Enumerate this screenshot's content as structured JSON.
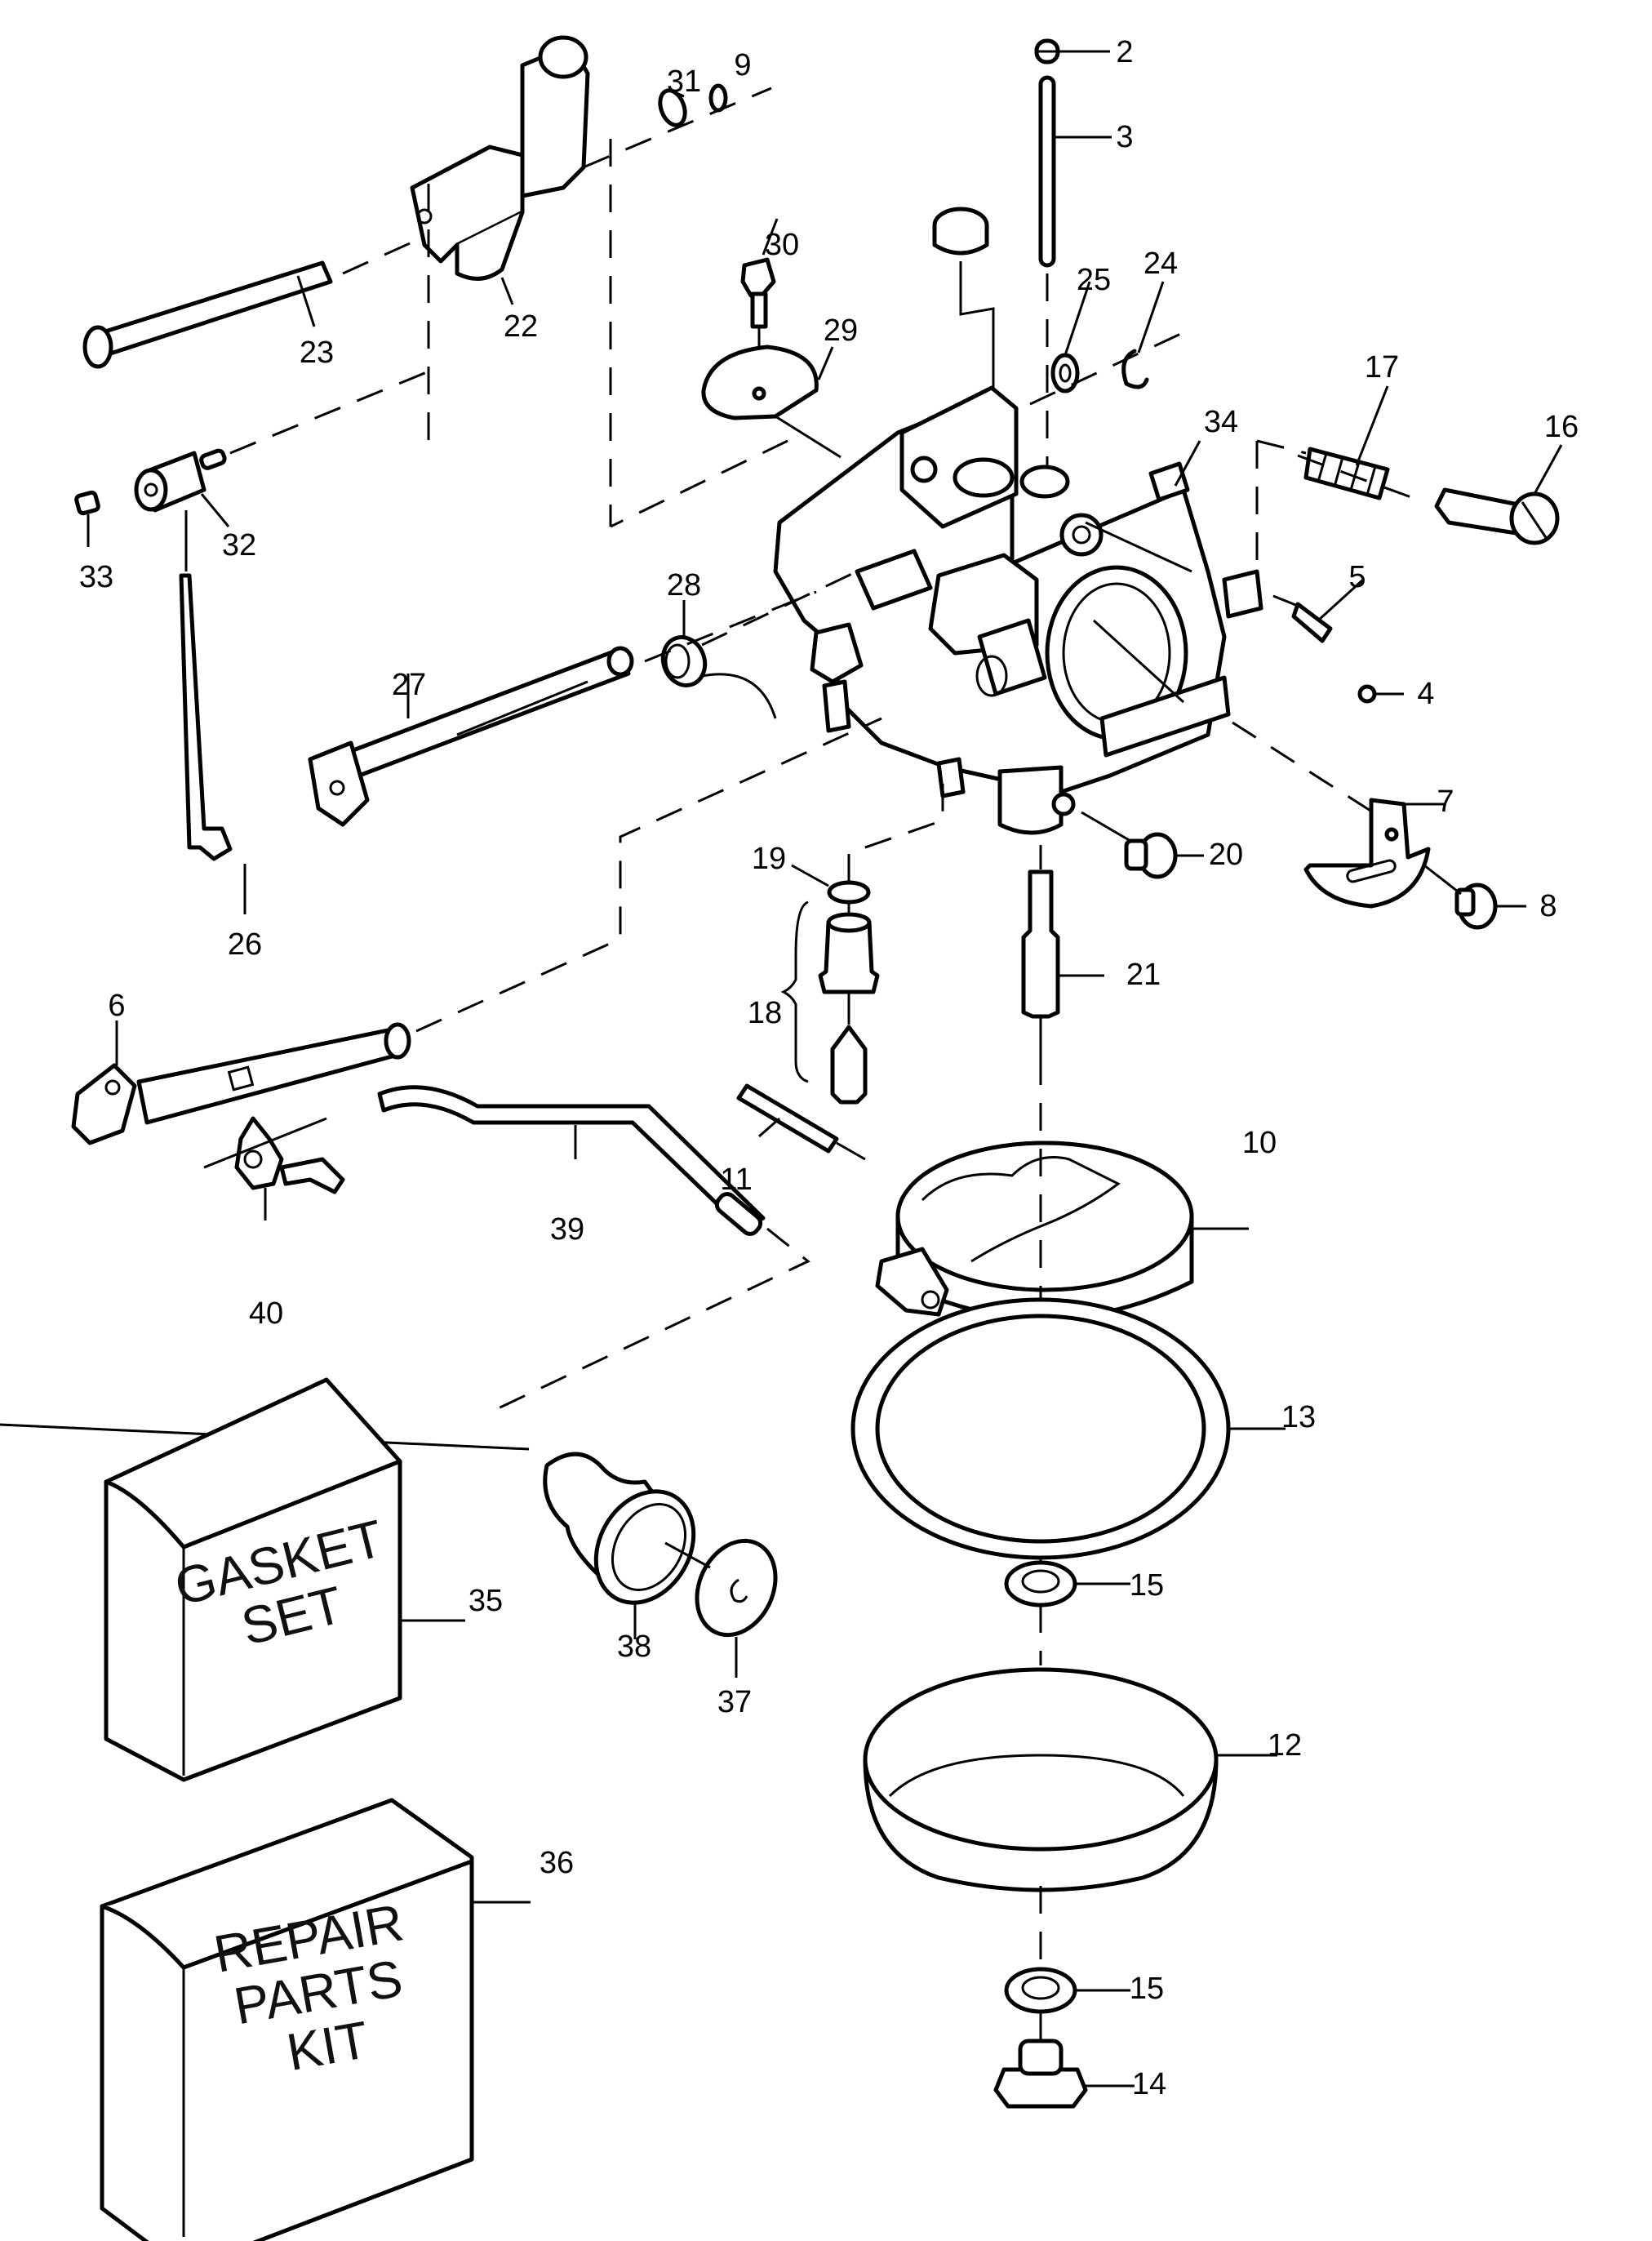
{
  "diagram": {
    "title": "Carburetor exploded parts view",
    "callouts": [
      {
        "id": "2",
        "label": "2"
      },
      {
        "id": "3",
        "label": "3"
      },
      {
        "id": "31",
        "label": "31"
      },
      {
        "id": "9",
        "label": "9"
      },
      {
        "id": "30",
        "label": "30"
      },
      {
        "id": "25",
        "label": "25"
      },
      {
        "id": "24",
        "label": "24"
      },
      {
        "id": "29",
        "label": "29"
      },
      {
        "id": "23",
        "label": "23"
      },
      {
        "id": "22",
        "label": "22"
      },
      {
        "id": "17",
        "label": "17"
      },
      {
        "id": "34",
        "label": "34"
      },
      {
        "id": "16",
        "label": "16"
      },
      {
        "id": "32",
        "label": "32"
      },
      {
        "id": "33",
        "label": "33"
      },
      {
        "id": "28",
        "label": "28"
      },
      {
        "id": "5",
        "label": "5"
      },
      {
        "id": "27",
        "label": "27"
      },
      {
        "id": "4",
        "label": "4"
      },
      {
        "id": "7",
        "label": "7"
      },
      {
        "id": "20",
        "label": "20"
      },
      {
        "id": "19",
        "label": "19"
      },
      {
        "id": "8",
        "label": "8"
      },
      {
        "id": "26",
        "label": "26"
      },
      {
        "id": "21",
        "label": "21"
      },
      {
        "id": "18",
        "label": "18"
      },
      {
        "id": "6",
        "label": "6"
      },
      {
        "id": "10",
        "label": "10"
      },
      {
        "id": "11",
        "label": "11"
      },
      {
        "id": "39",
        "label": "39"
      },
      {
        "id": "40",
        "label": "40"
      },
      {
        "id": "13",
        "label": "13"
      },
      {
        "id": "35",
        "label": "35"
      },
      {
        "id": "15a",
        "label": "15"
      },
      {
        "id": "38",
        "label": "38"
      },
      {
        "id": "37",
        "label": "37"
      },
      {
        "id": "12",
        "label": "12"
      },
      {
        "id": "36",
        "label": "36"
      },
      {
        "id": "15b",
        "label": "15"
      },
      {
        "id": "14",
        "label": "14"
      }
    ],
    "boxes": {
      "gasket_set": {
        "line1": "GASKET",
        "line2": "SET"
      },
      "repair_kit": {
        "line1": "REPAIR",
        "line2": "PARTS",
        "line3": "KIT"
      }
    }
  }
}
